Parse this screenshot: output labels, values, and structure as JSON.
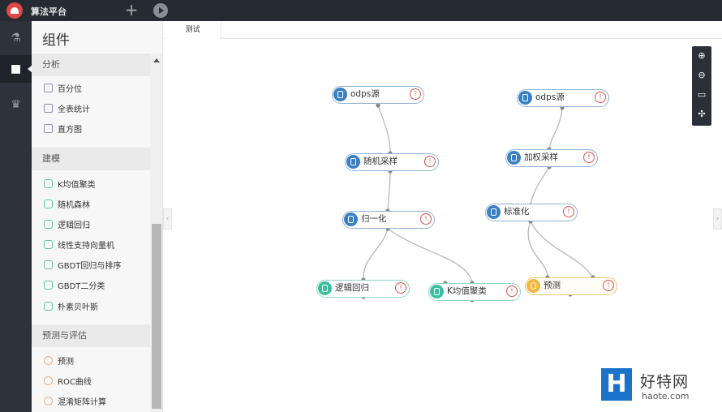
{
  "app": {
    "title": "算法平台",
    "plus_icon": "plus-icon",
    "run_icon": "play-icon"
  },
  "rail": [
    {
      "icon": "flask-icon",
      "glyph": "⚗"
    },
    {
      "icon": "briefcase-icon",
      "glyph": "■"
    },
    {
      "icon": "crown-icon",
      "glyph": "♛"
    }
  ],
  "panel": {
    "title": "组件",
    "sections": [
      {
        "label": "分析",
        "items": [
          "百分位",
          "全表统计",
          "直方图"
        ]
      },
      {
        "label": "建模",
        "items": [
          "K均值聚类",
          "随机森林",
          "逻辑回归",
          "线性支持向量机",
          "GBDT回归与排序",
          "GBDT二分类",
          "朴素贝叶斯"
        ]
      },
      {
        "label": "预测与评估",
        "items": [
          "预测",
          "ROC曲线",
          "混淆矩阵计算"
        ]
      }
    ]
  },
  "tab": {
    "label": "测试"
  },
  "zoom": {
    "zoom_in": "⊕",
    "zoom_out": "⊖",
    "fit": "▭",
    "layout": "✣"
  },
  "nodes": [
    {
      "id": "n1",
      "label": "odps源",
      "kind": "source"
    },
    {
      "id": "n2",
      "label": "随机采样",
      "kind": "source"
    },
    {
      "id": "n3",
      "label": "归一化",
      "kind": "source"
    },
    {
      "id": "n4",
      "label": "逻辑回归",
      "kind": "model"
    },
    {
      "id": "n5",
      "label": "K均值聚类",
      "kind": "model"
    },
    {
      "id": "n6",
      "label": "odps源",
      "kind": "source"
    },
    {
      "id": "n7",
      "label": "加权采样",
      "kind": "source"
    },
    {
      "id": "n8",
      "label": "标准化",
      "kind": "source"
    },
    {
      "id": "n9",
      "label": "预测",
      "kind": "predict"
    }
  ],
  "warn_glyph": "!",
  "watermark": {
    "logo_letter": "H",
    "brand": "好特网",
    "url": "haote.com"
  }
}
